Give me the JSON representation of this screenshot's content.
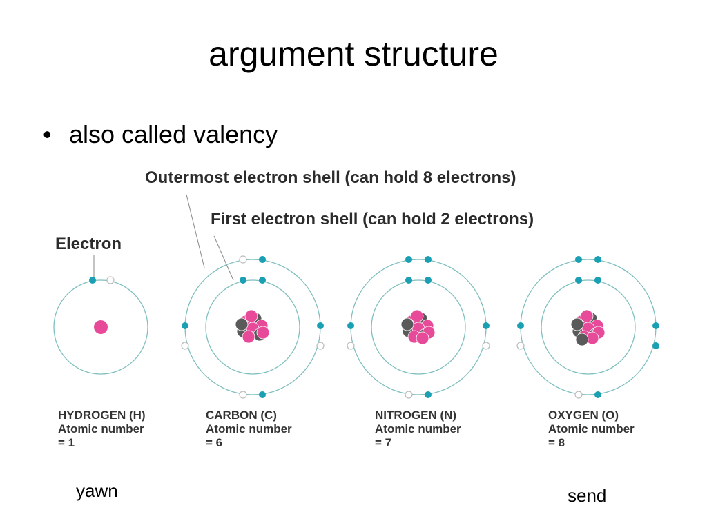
{
  "slide": {
    "title": "argument structure",
    "bullet": "also called valency",
    "bullet_marker": "•"
  },
  "figure": {
    "caption_outer": "Outermost electron shell (can hold 8 electrons)",
    "caption_first": "First electron shell (can hold 2 electrons)",
    "caption_electron": "Electron",
    "colors": {
      "shell": "#7fbfbf",
      "electron": "#1a9fb3",
      "proton": "#e84a9a",
      "neutron": "#5a5a5a",
      "text": "#333333"
    },
    "atoms": [
      {
        "name": "HYDROGEN (H)",
        "line2": "Atomic number",
        "line3": "= 1",
        "electrons": 1,
        "shells": 1
      },
      {
        "name": "CARBON (C)",
        "line2": "Atomic number",
        "line3": "= 6",
        "electrons": 6,
        "shells": 2
      },
      {
        "name": "NITROGEN (N)",
        "line2": "Atomic number",
        "line3": "= 7",
        "electrons": 7,
        "shells": 2
      },
      {
        "name": "OXYGEN (O)",
        "line2": "Atomic number",
        "line3": "= 8",
        "electrons": 8,
        "shells": 2
      }
    ]
  },
  "footer": {
    "left": "yawn",
    "right": "send"
  }
}
